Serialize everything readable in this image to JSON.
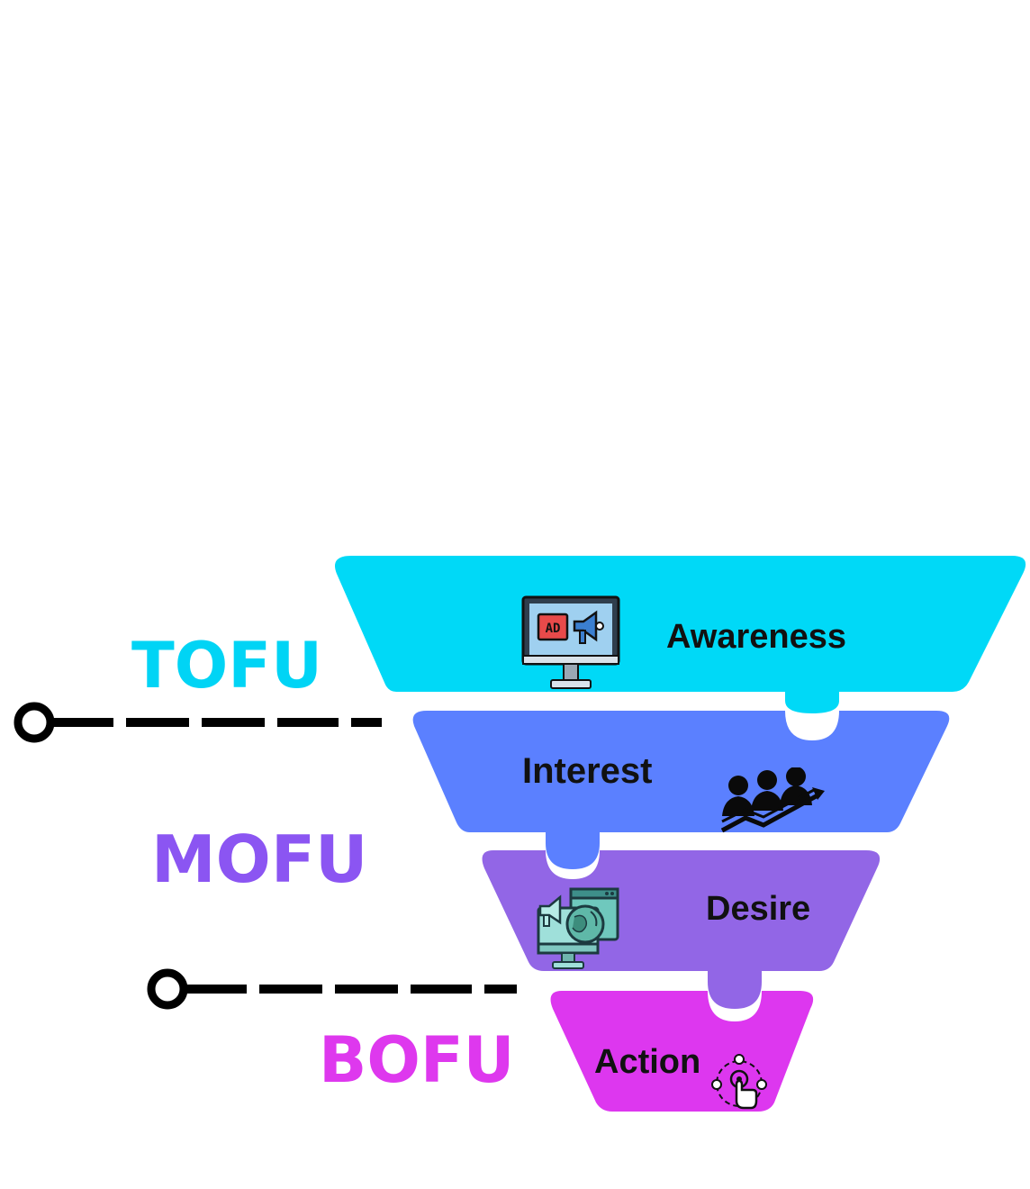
{
  "stages": [
    {
      "label": "Awareness",
      "color": "#00D9F7",
      "icon": "ad-monitor-icon"
    },
    {
      "label": "Interest",
      "color": "#5B80FF",
      "icon": "growing-audience-icon"
    },
    {
      "label": "Desire",
      "color": "#9266E6",
      "icon": "digital-marketing-icon"
    },
    {
      "label": "Action",
      "color": "#DD37EF",
      "icon": "click-action-icon"
    }
  ],
  "phases": [
    {
      "label": "TOFU",
      "color": "#00D4F5"
    },
    {
      "label": "MOFU",
      "color": "#8B55F2"
    },
    {
      "label": "BOFU",
      "color": "#DE38EE"
    }
  ],
  "connector_color": "#000000"
}
